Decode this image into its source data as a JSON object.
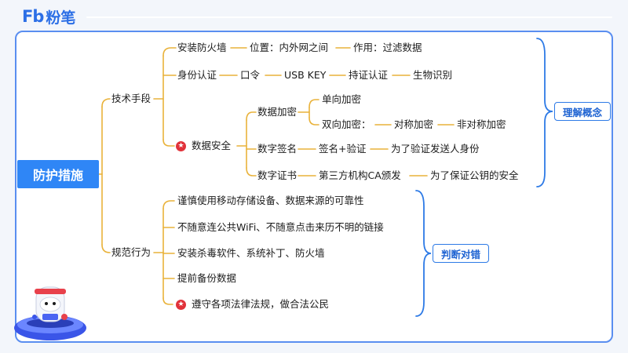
{
  "logo": {
    "mark": "Fb",
    "name": "粉笔"
  },
  "root": "防护措施",
  "branches": {
    "tech": "技术手段",
    "norm": "规范行为"
  },
  "tech": {
    "firewall": {
      "label": "安装防火墙",
      "location": "位置：内外网之间",
      "function": "作用：过滤数据"
    },
    "auth": {
      "label": "身份认证",
      "items": [
        "口令",
        "USB KEY",
        "持证认证",
        "生物识别"
      ]
    },
    "data_security": {
      "label": "数据安全",
      "encrypt": {
        "label": "数据加密",
        "oneway": "单向加密",
        "twoway": "双向加密：",
        "sym": "对称加密",
        "asym": "非对称加密"
      },
      "signature": {
        "label": "数字签名",
        "step": "签名+验证",
        "purpose": "为了验证发送人身份"
      },
      "cert": {
        "label": "数字证书",
        "issuer": "第三方机构CA颁发",
        "purpose": "为了保证公钥的安全"
      }
    }
  },
  "norm": {
    "items": [
      "谨慎使用移动存储设备、数据来源的可靠性",
      "不随意连公共WiFi、不随意点击来历不明的链接",
      "安装杀毒软件、系统补丁、防火墙",
      "提前备份数据",
      "遵守各项法律法规，做合法公民"
    ]
  },
  "tags": {
    "understand": "理解概念",
    "judge": "判断对错"
  },
  "colors": {
    "brand": "#2c6fe6",
    "node": "#2f86f6",
    "line": "#e9b23a",
    "star": "#e1323a",
    "bracket": "#2d7ae6"
  }
}
